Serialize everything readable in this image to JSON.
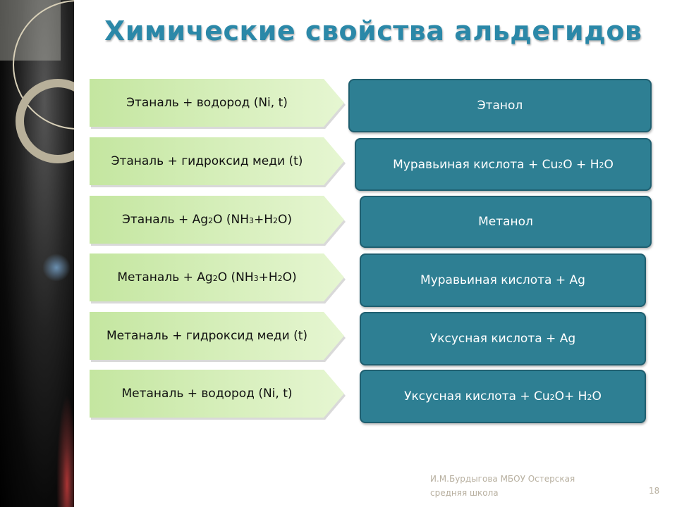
{
  "title": "Химические свойства альдегидов",
  "reactants": [
    [
      {
        "t": "Этаналь + водород (Ni, t)"
      }
    ],
    [
      {
        "t": "Этаналь + гидроксид меди (t)"
      }
    ],
    [
      {
        "t": "Этаналь + Ag"
      },
      {
        "t": "2",
        "sub": true
      },
      {
        "t": "O (NH"
      },
      {
        "t": "3",
        "sub": true
      },
      {
        "t": " +H"
      },
      {
        "t": "2",
        "sub": true
      },
      {
        "t": "O)"
      }
    ],
    [
      {
        "t": "Метаналь + Ag"
      },
      {
        "t": "2",
        "sub": true
      },
      {
        "t": "O (NH"
      },
      {
        "t": "3",
        "sub": true
      },
      {
        "t": " +H"
      },
      {
        "t": "2",
        "sub": true
      },
      {
        "t": "O)"
      }
    ],
    [
      {
        "t": "Метаналь + гидроксид меди (t)"
      }
    ],
    [
      {
        "t": "Метаналь + водород (Ni, t)"
      }
    ]
  ],
  "products": [
    [
      {
        "t": "Этанол"
      }
    ],
    [
      {
        "t": "Муравьиная кислота + Cu"
      },
      {
        "t": "2",
        "sub": true
      },
      {
        "t": "O + H"
      },
      {
        "t": "2",
        "sub": true
      },
      {
        "t": "O"
      }
    ],
    [
      {
        "t": "Метанол"
      }
    ],
    [
      {
        "t": "Муравьиная кислота + Ag"
      }
    ],
    [
      {
        "t": "Уксусная кислота + Ag"
      }
    ],
    [
      {
        "t": "Уксусная кислота + Cu"
      },
      {
        "t": "2",
        "sub": true
      },
      {
        "t": "O+ H"
      },
      {
        "t": "2",
        "sub": true
      },
      {
        "t": "O"
      }
    ]
  ],
  "footer": {
    "author": "И.М.Бурдыгова МБОУ Остерская средняя школа",
    "page": "18"
  }
}
